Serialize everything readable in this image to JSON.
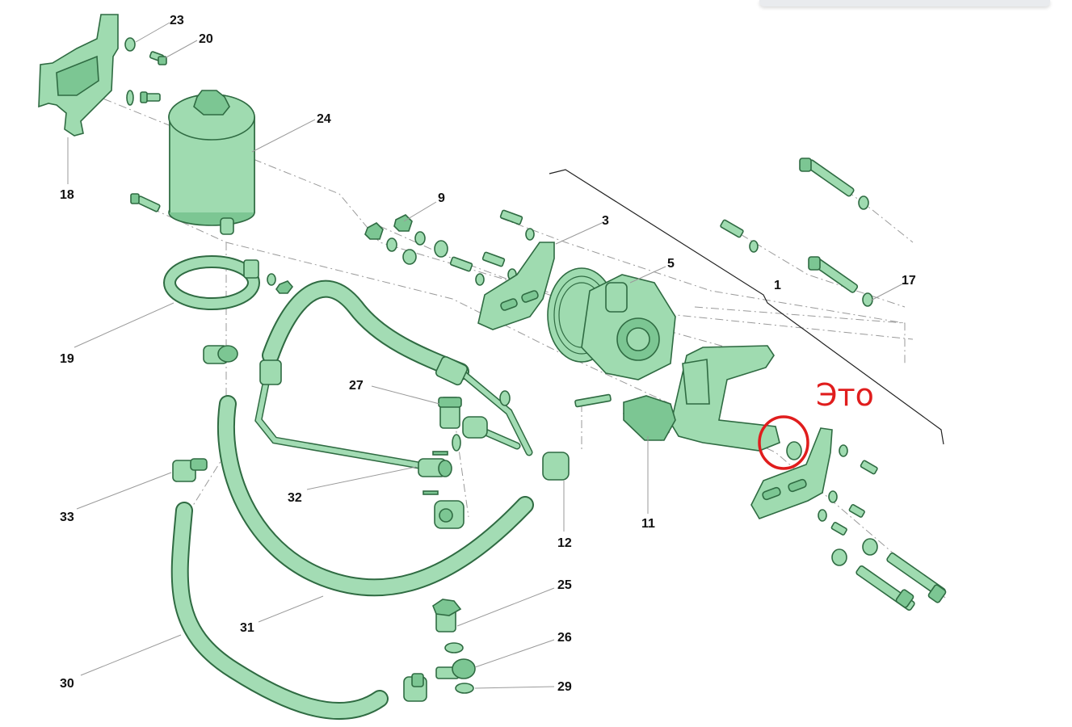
{
  "callouts": {
    "c1": "1",
    "c3": "3",
    "c5": "5",
    "c9": "9",
    "c11": "11",
    "c12": "12",
    "c17": "17",
    "c18": "18",
    "c19": "19",
    "c20": "20",
    "c23": "23",
    "c24": "24",
    "c25": "25",
    "c26": "26",
    "c27": "27",
    "c29": "29",
    "c30": "30",
    "c31": "31",
    "c32": "32",
    "c33": "33"
  },
  "annotation": {
    "text": "Это",
    "color": "#e01d1d"
  },
  "colors": {
    "part_fill": "#9fdbb0",
    "part_outline": "#2f6b42",
    "highlight_ring": "#e01d1d"
  }
}
